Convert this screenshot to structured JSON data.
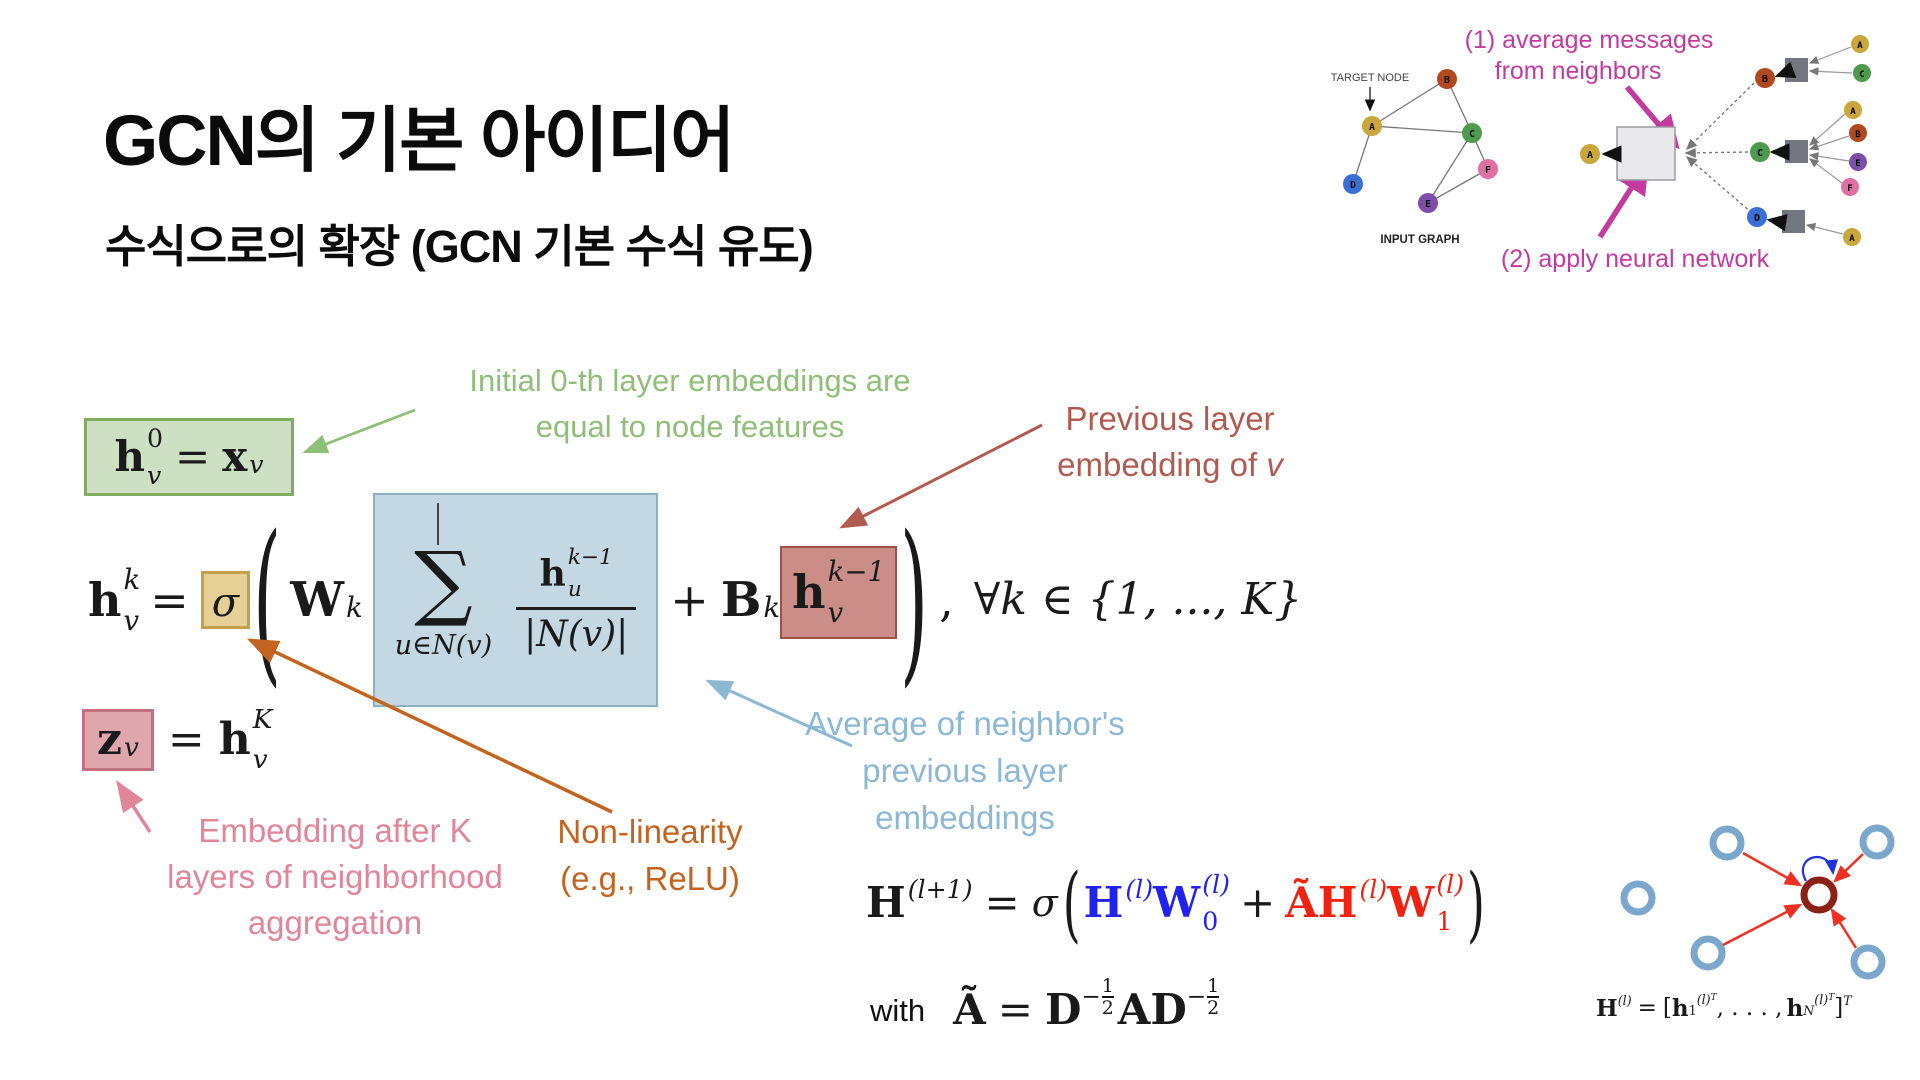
{
  "slide": {
    "title": "GCN의 기본 아이디어",
    "subtitle": "수식으로의 확장 (GCN 기본 수식 유도)"
  },
  "colors": {
    "green_text": "#8fbe77",
    "green_box_fill": "#cde0c3",
    "green_box_border": "#7fae62",
    "blue_text": "#8cb8d4",
    "blue_box_fill": "#c3d8e2",
    "blue_box_border": "#8ab2c6",
    "sigma_box_fill": "#e7d096",
    "sigma_box_border": "#c3a14a",
    "red_box_fill": "#ca8d87",
    "red_box_border": "#9e4f46",
    "darkred_text": "#b05a50",
    "pink_box_fill": "#dfa6ae",
    "pink_box_border": "#c4717f",
    "pink_text": "#e18599",
    "orange_text": "#c2641f",
    "magenta_label": "#c33b9f",
    "formula_blue": "#2222ee",
    "formula_red": "#ee2211",
    "node_a": "#c9a73d",
    "node_b": "#b0491f",
    "node_c": "#4e9a4e",
    "node_d": "#3b6fd4",
    "node_e": "#7e4fa8",
    "node_f": "#e06fa4",
    "ring_blue": "#7ba7cc",
    "ring_red": "#8b2015",
    "arrow_red": "#f03022",
    "loop_blue": "#2233dd"
  },
  "top_figure": {
    "target_node": "TARGET NODE",
    "input_graph": "INPUT GRAPH",
    "note1_l1": "(1) average messages",
    "note1_l2": "from neighbors",
    "note2": "(2) apply neural network",
    "nodes": {
      "a": "A",
      "b": "B",
      "c": "C",
      "d": "D",
      "e": "E",
      "f": "F"
    }
  },
  "annotations": {
    "initial": {
      "l1": "Initial 0-th layer embeddings are",
      "l2": "equal to node features"
    },
    "previous": {
      "l1": "Previous layer",
      "l2": "embedding of",
      "l2_var": "v"
    },
    "average": {
      "l1": "Average of neighbor's",
      "l2": "previous layer embeddings"
    },
    "embedding": {
      "l1": "Embedding after K",
      "l2": "layers of neighborhood",
      "l3": "aggregation"
    },
    "nonlinearity": {
      "l1": "Non-linearity",
      "l2": "(e.g., ReLU)"
    }
  },
  "math": {
    "init": {
      "base": "h",
      "sup": "0",
      "sub": "v",
      "eq": "=",
      "rhs": "x",
      "rhs_sub": "v"
    },
    "main": {
      "lhs": "h",
      "lhs_sup": "k",
      "lhs_sub": "v",
      "eq": "=",
      "sigma": "σ",
      "lparen": "(",
      "W": "W",
      "W_sub": "k",
      "sum": "∑",
      "sum_under": "u∈N(v)",
      "num": "h",
      "num_sup": "k−1",
      "num_sub": "u",
      "den": "|N(v)|",
      "plus": "+",
      "B": "B",
      "B_sub": "k",
      "arg": "h",
      "arg_sup": "k−1",
      "arg_sub": "v",
      "rparen": ")",
      "comma": ",",
      "forall": "∀k ∈ {1, ..., K}"
    },
    "readout": {
      "z": "z",
      "z_sub": "v",
      "eq": "=",
      "h": "h",
      "h_sup": "K",
      "h_sub": "v"
    },
    "matrix": {
      "H": "H",
      "H_sup": "(l+1)",
      "eq": "=",
      "sigma": "σ",
      "lparen": "(",
      "bH": "H",
      "bH_sup": "(l)",
      "bW": "W",
      "bW_sup": "(l)",
      "bW_sub": "0",
      "plus": "+",
      "rA": "Ã",
      "rH": "H",
      "rH_sup": "(l)",
      "rW": "W",
      "rW_sup": "(l)",
      "rW_sub": "1",
      "rparen": ")"
    },
    "norm": {
      "with": "with",
      "A": "Ã",
      "eq": "=",
      "D1": "D",
      "minus1": "−",
      "num1": "1",
      "den1": "2",
      "A2": "A",
      "D2": "D",
      "minus2": "−",
      "num2": "1",
      "den2": "2"
    },
    "stack": {
      "H": "H",
      "H_sup": "(l)",
      "eq": "=",
      "lb": "[",
      "h1": "h",
      "h1_sub": "1",
      "h1_sup": "(l)",
      "h1_supT": "T",
      "dots": ", . . . ,",
      "hN": "h",
      "hN_sub": "N",
      "hN_sup": "(l)",
      "hN_supT": "T",
      "rb": "]",
      "rb_sup": "T"
    }
  }
}
